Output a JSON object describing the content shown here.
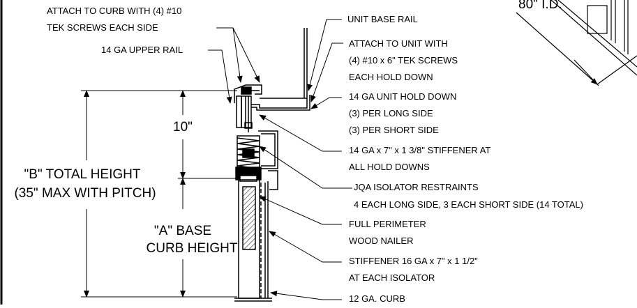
{
  "dimensions": {
    "total_height": [
      "\"B\" TOTAL HEIGHT",
      "(35\" MAX WITH PITCH)"
    ],
    "base_curb_height": [
      "\"A\" BASE",
      "CURB HEIGHT"
    ],
    "upper_height": "10\"",
    "corner_id": "80\" I.D."
  },
  "callouts": {
    "attach_curb": [
      "ATTACH TO CURB WITH (4) #10",
      "TEK SCREWS EACH SIDE"
    ],
    "upper_rail": "14 GA UPPER RAIL",
    "unit_base_rail": "UNIT BASE RAIL",
    "attach_unit": [
      "ATTACH TO UNIT WITH",
      "(4) #10 x 6\" TEK SCREWS",
      "EACH HOLD DOWN"
    ],
    "hold_down": [
      "14 GA UNIT HOLD DOWN",
      "(3) PER LONG SIDE",
      "(3) PER SHORT SIDE"
    ],
    "stiffener_upper": [
      "14 GA x 7\" x 1 3/8\" STIFFENER AT",
      "ALL HOLD DOWNS"
    ],
    "isolator_restraints": [
      "JQA ISOLATOR RESTRAINTS",
      "4 EACH LONG SIDE, 3 EACH SHORT SIDE (14 TOTAL)"
    ],
    "nailer": [
      "FULL PERIMETER",
      "WOOD NAILER"
    ],
    "stiffener_lower": [
      "STIFFENER 16 GA x 7\" x 1 1/2\"",
      "AT EACH ISOLATOR"
    ],
    "curb": "12 GA. CURB"
  }
}
